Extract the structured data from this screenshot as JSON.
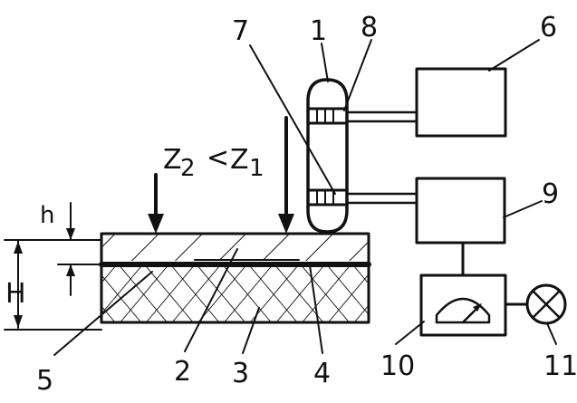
{
  "labels": {
    "n1": "1",
    "n2": "2",
    "n3": "3",
    "n4": "4",
    "n5": "5",
    "n6": "6",
    "n7": "7",
    "n8": "8",
    "n9": "9",
    "n10": "10",
    "n11": "11"
  },
  "dimensions": {
    "h": "h",
    "H": "H"
  },
  "equation": {
    "left": "Z",
    "left_sub": "2",
    "op": "<",
    "right": "Z",
    "right_sub": "1"
  },
  "colors": {
    "ink": "#111111",
    "paper": "#ffffff"
  }
}
